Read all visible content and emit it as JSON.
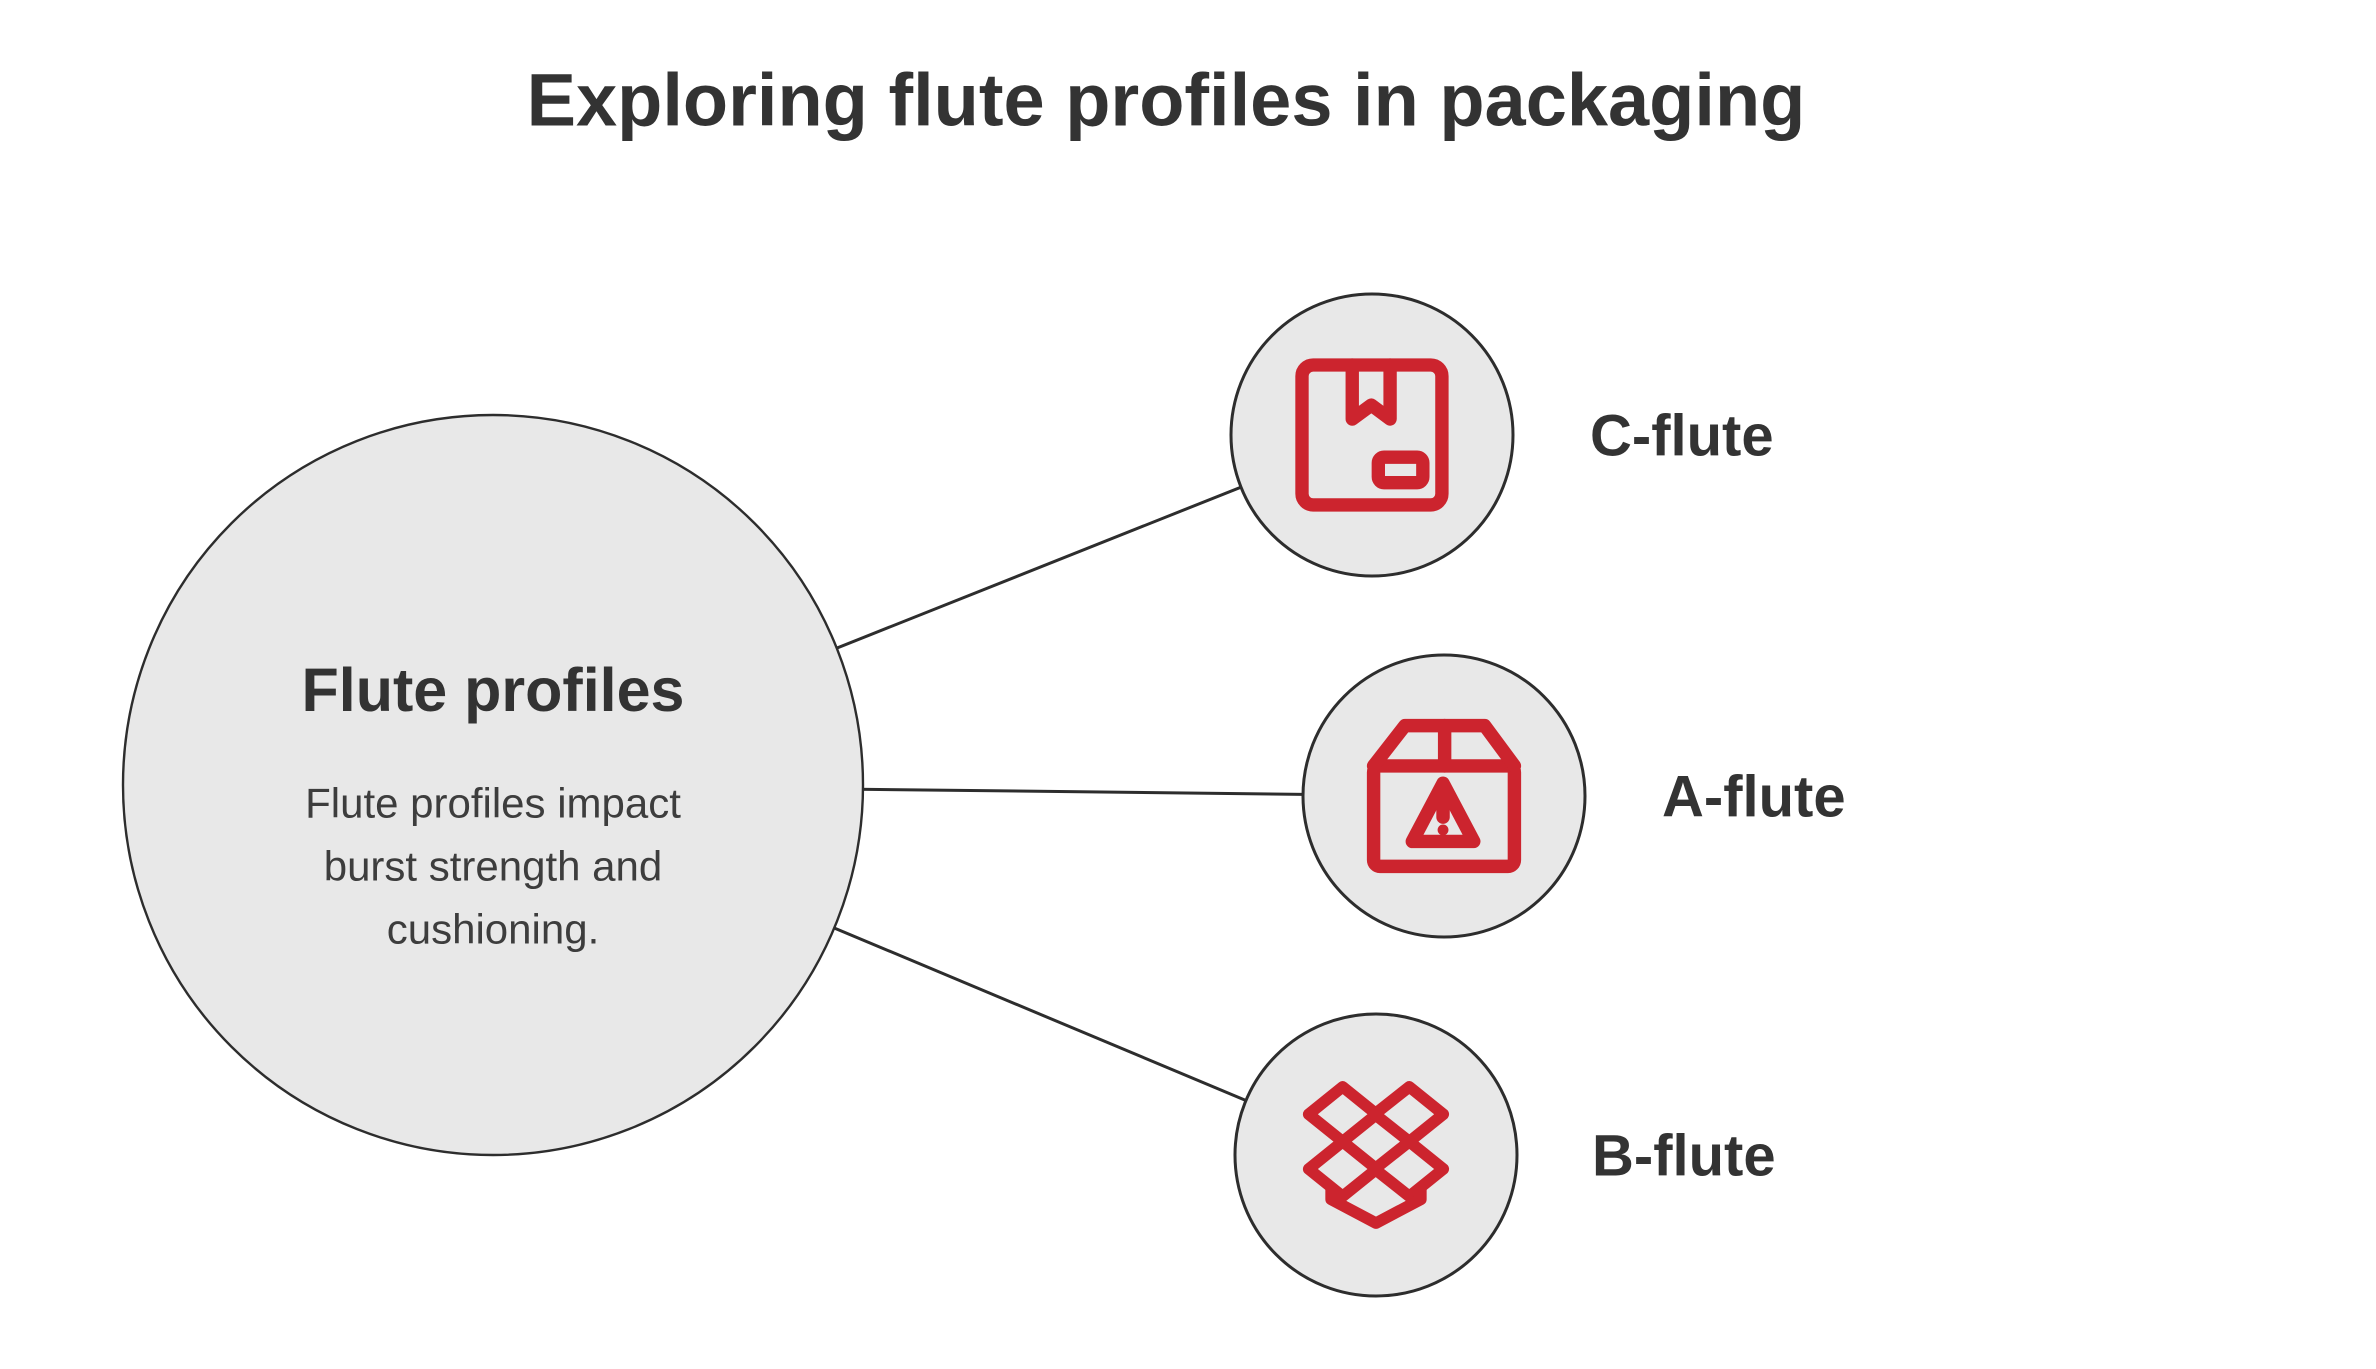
{
  "title": "Exploring flute profiles in packaging",
  "center": {
    "heading": "Flute profiles",
    "description": "Flute profiles impact burst strength and cushioning."
  },
  "nodes": [
    {
      "label": "C-flute",
      "icon": "package-box-icon"
    },
    {
      "label": "A-flute",
      "icon": "box-warning-icon"
    },
    {
      "label": "B-flute",
      "icon": "open-box-icon"
    }
  ],
  "colors": {
    "accent-red": "#cc242e",
    "node-fill": "#e8e8e8",
    "node-stroke": "#2d2d2d",
    "connector-color": "#2d2d2d",
    "title-color": "#333333",
    "body-color": "#3d3d3d",
    "bg": "#ffffff"
  }
}
